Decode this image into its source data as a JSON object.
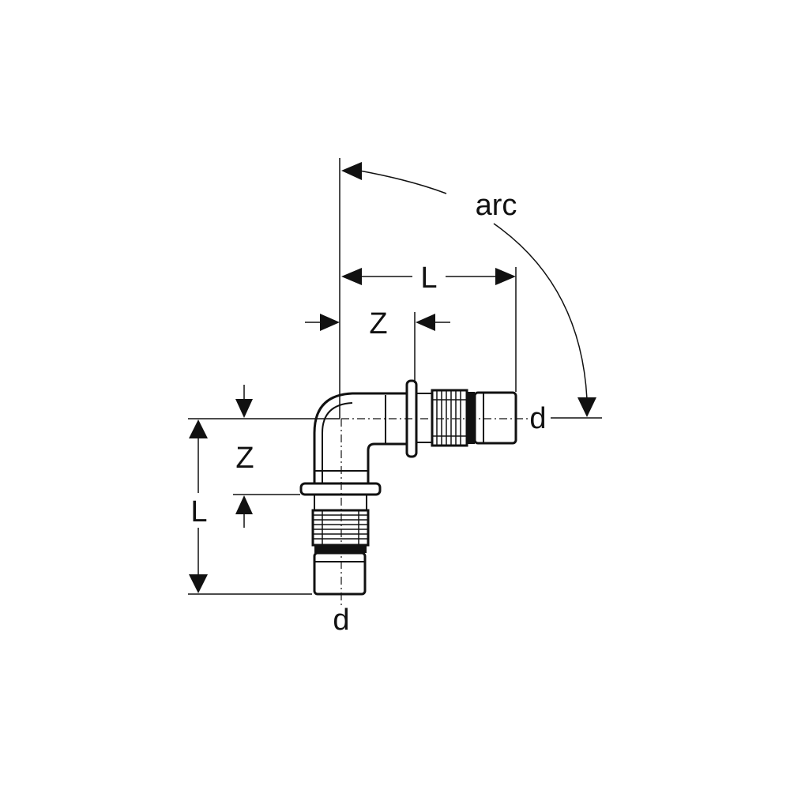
{
  "labels": {
    "arc": "arc",
    "L_horizontal": "L",
    "Z_horizontal": "Z",
    "d_right": "d",
    "Z_vertical": "Z",
    "L_vertical": "L",
    "d_bottom": "d"
  },
  "colors": {
    "line": "#111111",
    "background": "#ffffff"
  }
}
